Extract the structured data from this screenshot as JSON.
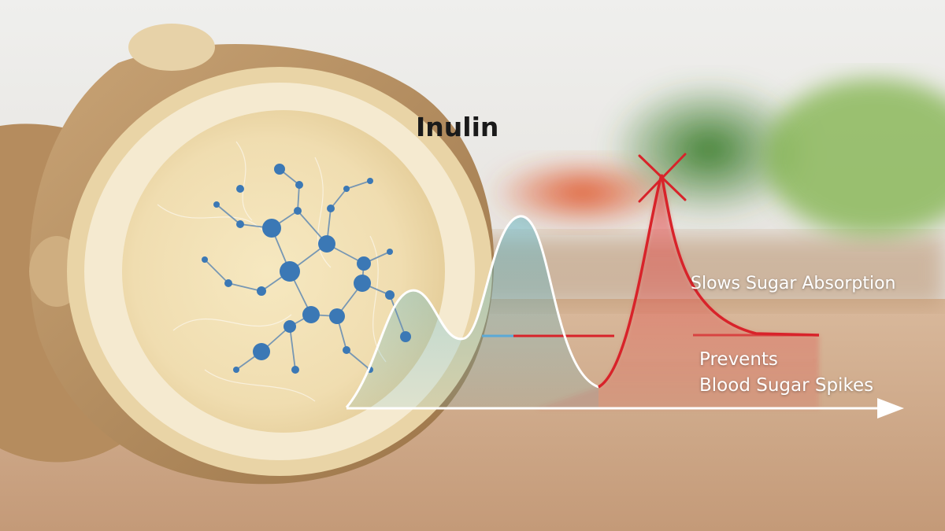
{
  "title": "Inulin",
  "annotations": {
    "slows": "Slows Sugar Absorption",
    "prevents_line1": "Prevents",
    "prevents_line2": "Blood Sugar Spikes"
  },
  "icons": {
    "molecule": "inulin-molecule-icon",
    "cross": "x-mark-icon",
    "arrow": "time-axis-arrow-icon"
  },
  "colors": {
    "inulin_curve": "#ffffff",
    "spike_curve": "#d8232a",
    "axis": "#ffffff",
    "molecule_node": "#3b78b5"
  }
}
